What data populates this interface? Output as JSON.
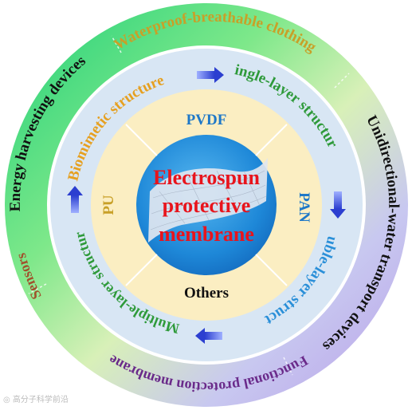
{
  "center": {
    "line1": "Electrospun",
    "line2": "protective",
    "line3": "membrane"
  },
  "materials": {
    "top": "PVDF",
    "right": "PAN",
    "bottom": "Others",
    "left": "PU"
  },
  "structures": {
    "single": "Single-layer structure",
    "double": "Double-layer structure",
    "multiple": "Multiple-layer structure",
    "biomimetic": "Biomimetic structure"
  },
  "applications": {
    "waterproof": "Waterproof-breathable clothing",
    "unidirectional": "Unidirectional-water transport devices",
    "functional": "Functional protection membrane",
    "sensors": "Sensors",
    "energy": "Energy harvesting devices"
  },
  "watermark": "高分子科学前沿",
  "colors": {
    "center_text": "#e8141c",
    "pvdf": "#1e78c8",
    "pan": "#1e78c8",
    "pu": "#c8a028",
    "others": "#111111",
    "single": "#2e9a3a",
    "double": "#2a8fd8",
    "multiple": "#2e9a3a",
    "biomimetic": "#e6a020",
    "waterproof": "#c8a028",
    "unidirectional": "#111111",
    "functional": "#6a2a8a",
    "sensors": "#a0522d",
    "energy": "#111111",
    "arrow": "#2c3fd0"
  }
}
